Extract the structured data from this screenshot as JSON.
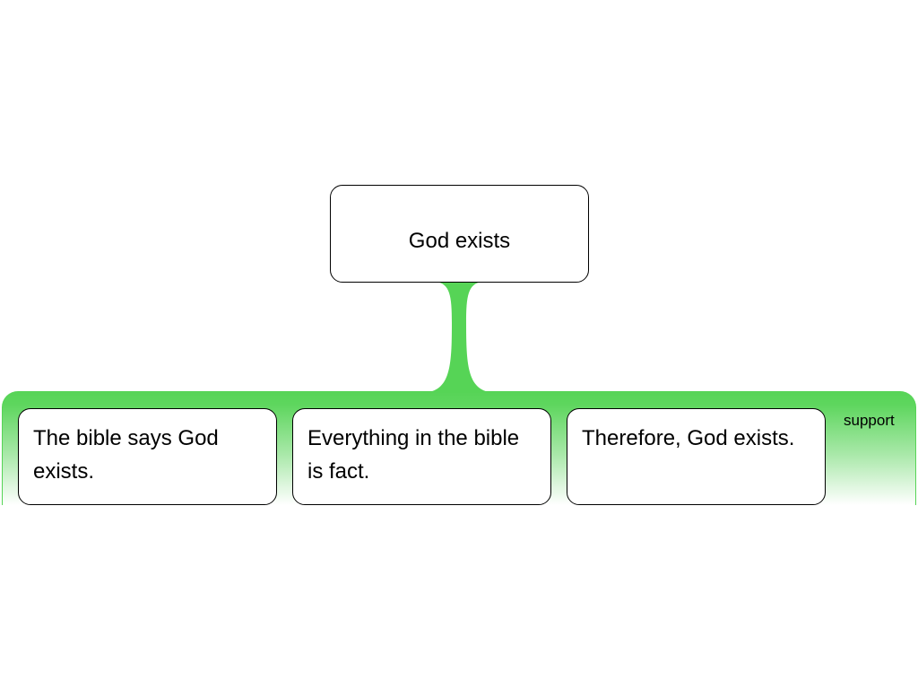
{
  "claim": {
    "text": "God exists"
  },
  "group": {
    "label": "support",
    "color": "#56d456"
  },
  "premises": [
    {
      "text": "The bible says God exists."
    },
    {
      "text": "Everything in the bible is fact."
    },
    {
      "text": "Therefore, God exists."
    }
  ]
}
